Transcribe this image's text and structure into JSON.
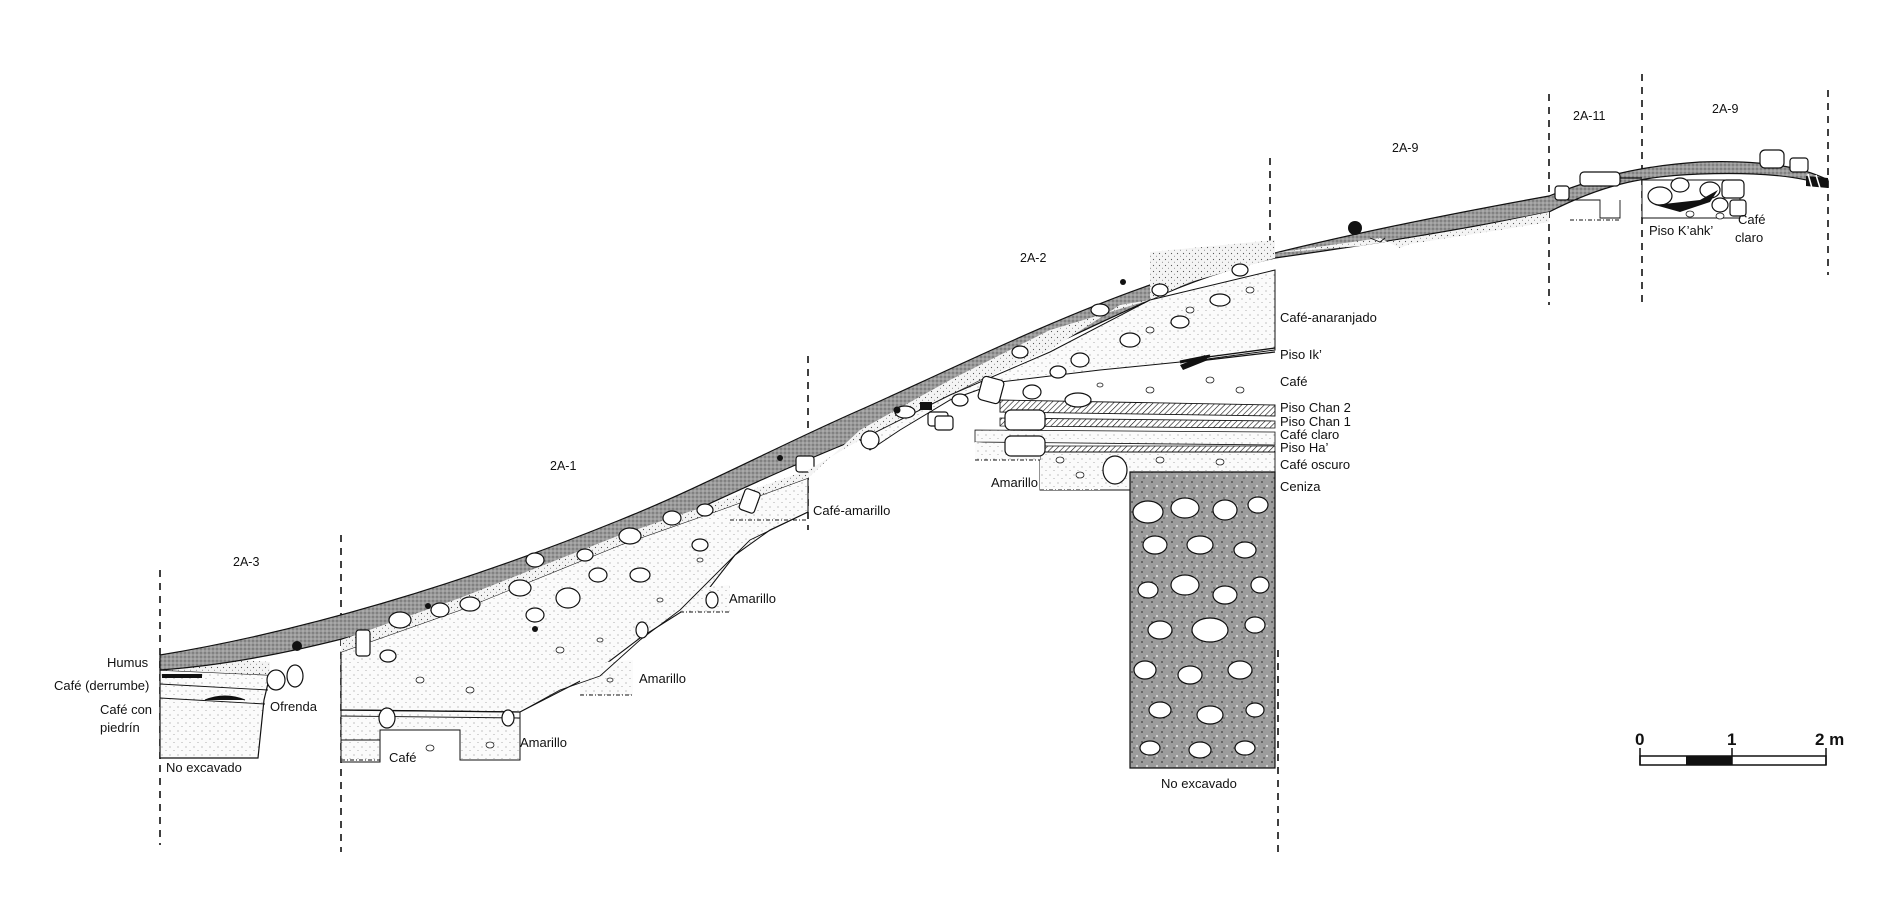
{
  "units": [
    {
      "id": "2A-3",
      "label": "2A-3"
    },
    {
      "id": "2A-1",
      "label": "2A-1"
    },
    {
      "id": "2A-2",
      "label": "2A-2"
    },
    {
      "id": "2A-9-left",
      "label": "2A-9"
    },
    {
      "id": "2A-11",
      "label": "2A-11"
    },
    {
      "id": "2A-9-right",
      "label": "2A-9"
    }
  ],
  "layers_left": {
    "humus": "Humus",
    "cafe_derrumbe": "Café (derrumbe)",
    "cafe_con_line1": "Café con",
    "cafe_con_line2": "piedrín",
    "no_excavado": "No excavado",
    "ofrenda": "Ofrenda"
  },
  "layers_2a1": {
    "cafe_amarillo": "Café-amarillo",
    "amarillo_1": "Amarillo",
    "amarillo_2": "Amarillo",
    "amarillo_3": "Amarillo",
    "cafe": "Café"
  },
  "layers_2a2": {
    "cafe_anaranjado": "Café-anaranjado",
    "piso_ik": "Piso Ik’",
    "cafe": "Café",
    "piso_chan_2": "Piso Chan 2",
    "piso_chan_1": "Piso Chan 1",
    "cafe_claro": "Café claro",
    "piso_ha": "Piso Ha’",
    "cafe_oscuro": "Café oscuro",
    "ceniza": "Ceniza",
    "amarillo": "Amarillo",
    "no_excavado": "No excavado"
  },
  "layers_top": {
    "piso_kahk": "Piso K’ahk’",
    "cafe_claro_line1": "Café",
    "cafe_claro_line2": "claro"
  },
  "scale": {
    "tick_0": "0",
    "tick_1": "1",
    "tick_2": "2 m"
  }
}
